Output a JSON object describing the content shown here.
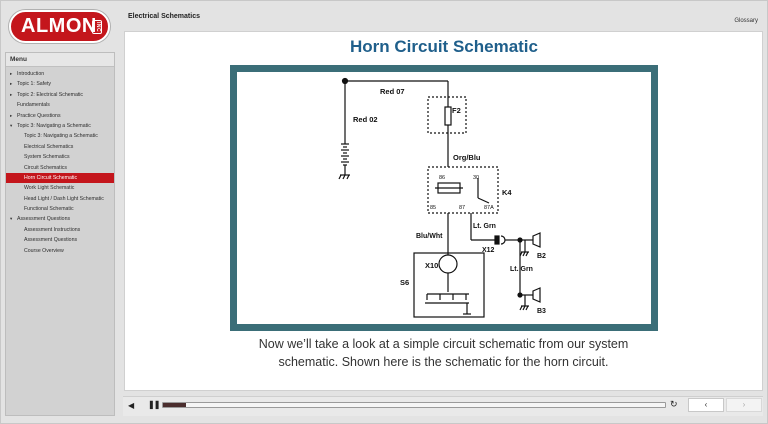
{
  "brand": {
    "logo_text": "ALMON",
    "logo_badge": "INC",
    "color": "#c4161c"
  },
  "header": {
    "title": "Electrical Schematics",
    "glossary_label": "Glossary"
  },
  "sidebar": {
    "heading": "Menu",
    "items": [
      {
        "label": "Introduction",
        "level": 1,
        "arrow": true,
        "active": false
      },
      {
        "label": "Topic 1: Safety",
        "level": 1,
        "arrow": true,
        "active": false
      },
      {
        "label": "Topic 2: Electrical Schematic",
        "level": 1,
        "arrow": true,
        "active": false
      },
      {
        "label": "Fundamentals",
        "level": 1,
        "arrow": false,
        "active": false
      },
      {
        "label": "Practice Questions",
        "level": 1,
        "arrow": true,
        "active": false
      },
      {
        "label": "Topic 3: Navigating a Schematic",
        "level": 1,
        "arrow": true,
        "active": false
      },
      {
        "label": "Topic 3: Navigating a Schematic",
        "level": 2,
        "arrow": false,
        "active": false
      },
      {
        "label": "Electrical Schematics",
        "level": 2,
        "arrow": false,
        "active": false
      },
      {
        "label": "System Schematics",
        "level": 2,
        "arrow": false,
        "active": false
      },
      {
        "label": "Circuit Schematics",
        "level": 2,
        "arrow": false,
        "active": false
      },
      {
        "label": "Horn Circuit Schematic",
        "level": 2,
        "arrow": false,
        "active": true
      },
      {
        "label": "Work Light Schematic",
        "level": 2,
        "arrow": false,
        "active": false
      },
      {
        "label": "Head Light / Dash Light Schematic",
        "level": 2,
        "arrow": false,
        "active": false
      },
      {
        "label": "Functional Schematic",
        "level": 2,
        "arrow": false,
        "active": false
      },
      {
        "label": "Assessment Questions",
        "level": 1,
        "arrow": true,
        "active": false
      },
      {
        "label": "Assessment Instructions",
        "level": 2,
        "arrow": false,
        "active": false
      },
      {
        "label": "Assessment Questions",
        "level": 2,
        "arrow": false,
        "active": false
      },
      {
        "label": "Course Overview",
        "level": 2,
        "arrow": false,
        "active": false
      }
    ]
  },
  "slide": {
    "title": "Horn Circuit Schematic",
    "caption_line1": "Now we’ll take a look at a simple circuit schematic from our system",
    "caption_line2": "schematic. Shown here is the schematic for the horn circuit.",
    "title_color": "#1f5f8b",
    "frame_color": "#3b6e78"
  },
  "schematic": {
    "labels": {
      "red07": "Red 07",
      "red02": "Red 02",
      "f2": "F2",
      "orgblu": "Org/Blu",
      "k4": "K4",
      "pin86": "86",
      "pin30": "30",
      "pin85": "85",
      "pin87": "87",
      "pin87a": "87A",
      "ltgrn1": "Lt. Grn",
      "x12": "X12",
      "bluwht": "Blu/Wht",
      "x10": "X10",
      "s6": "S6",
      "ltgrn2": "Lt. Grn",
      "b2": "B2",
      "b3": "B3"
    }
  },
  "player": {
    "progress": 0.045,
    "volume_icon": "speaker-icon",
    "pause_icon": "pause-icon",
    "replay_icon": "replay-icon",
    "prev_label": "‹",
    "next_label": "›"
  }
}
